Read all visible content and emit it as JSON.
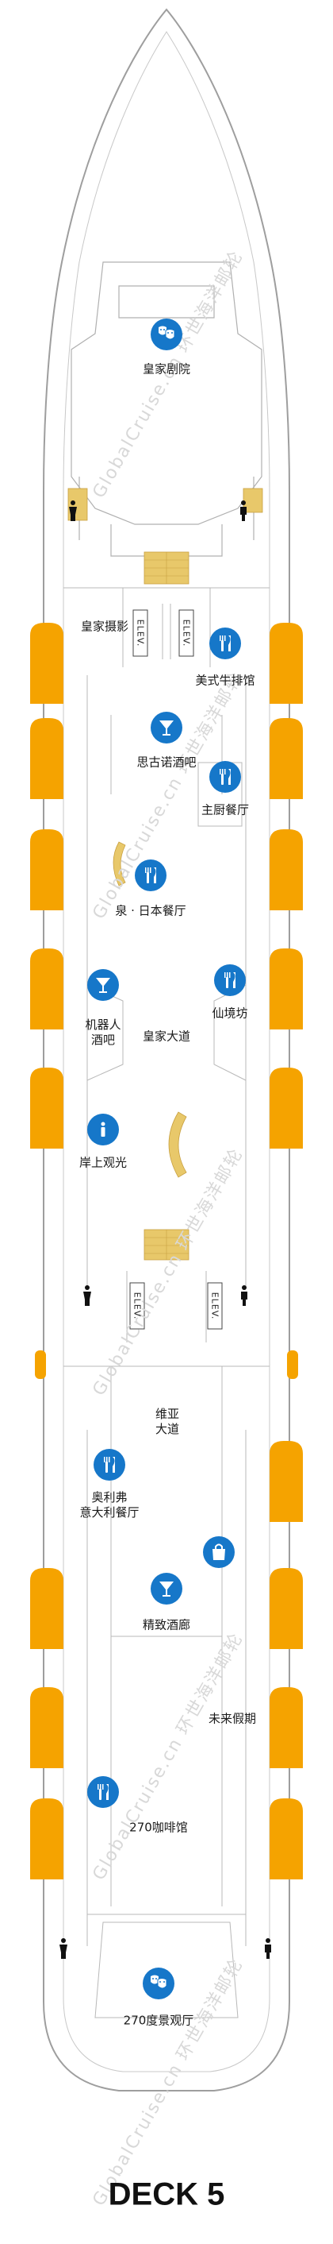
{
  "deck_title": "DECK 5",
  "watermark": "GlobalCruise.cn 环世海洋邮轮",
  "colors": {
    "icon": "#1677c9",
    "lifeboat": "#f5a300",
    "outline": "#a7a7a7",
    "stairs": "#e8c86a",
    "text": "#1a1a1a"
  },
  "elevator_label": "ELEV.",
  "venues": [
    {
      "id": "royal-theater",
      "label": "皇家剧院",
      "icon": "theater-masks-icon"
    },
    {
      "id": "royal-photo",
      "label": "皇家摄影",
      "icon": ""
    },
    {
      "id": "steakhouse",
      "label": "美式牛排馆",
      "icon": "fork-knife-icon"
    },
    {
      "id": "schooner-bar",
      "label": "思古诺酒吧",
      "icon": "cocktail-icon"
    },
    {
      "id": "main-dining",
      "label": "主厨餐厅",
      "icon": "fork-knife-icon"
    },
    {
      "id": "izumi",
      "label": "泉 · 日本餐厅",
      "icon": "fork-knife-icon"
    },
    {
      "id": "bionic-bar",
      "label": "机器人\n酒吧",
      "icon": "cocktail-icon"
    },
    {
      "id": "wonderland",
      "label": "仙境坊",
      "icon": "fork-knife-icon"
    },
    {
      "id": "royal-esplanade",
      "label": "皇家大道",
      "icon": ""
    },
    {
      "id": "shore-excursions",
      "label": "岸上观光",
      "icon": "info-icon"
    },
    {
      "id": "via-promenade",
      "label": "维亚\n大道",
      "icon": ""
    },
    {
      "id": "jamies-italian",
      "label": "奥利弗\n意大利餐厅",
      "icon": "fork-knife-icon"
    },
    {
      "id": "shop",
      "label": "",
      "icon": "shopping-bag-icon"
    },
    {
      "id": "fine-wine",
      "label": "精致酒廊",
      "icon": "cocktail-icon"
    },
    {
      "id": "future-cruises",
      "label": "未来假期",
      "icon": ""
    },
    {
      "id": "restaurant-aft",
      "label": "",
      "icon": "fork-knife-icon"
    },
    {
      "id": "cafe-270",
      "label": "270咖啡馆",
      "icon": ""
    },
    {
      "id": "two70",
      "label": "270度景观厅",
      "icon": "theater-masks-icon"
    }
  ]
}
